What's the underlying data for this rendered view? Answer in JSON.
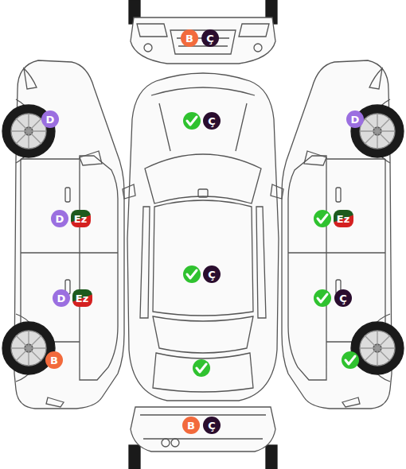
{
  "diagram": {
    "nodes": [
      {
        "text": [
          "B"
        ]
      },
      {
        "text": [
          "Ç"
        ]
      },
      {
        "text": [
          "D"
        ]
      },
      {
        "text": [
          "Ç"
        ]
      },
      {
        "text": [
          "D"
        ]
      },
      {
        "text": [
          "D"
        ]
      },
      {
        "text": [
          "Ez"
        ]
      },
      {
        "text": [
          "Ez"
        ]
      },
      {
        "text": [
          "Ç"
        ]
      },
      {
        "text": [
          "D"
        ]
      },
      {
        "text": [
          "Ez"
        ]
      },
      {
        "text": [
          "Ç"
        ]
      },
      {
        "text": [
          "B"
        ]
      },
      {
        "text": [
          "B"
        ]
      },
      {
        "text": [
          "Ç"
        ]
      }
    ]
  }
}
